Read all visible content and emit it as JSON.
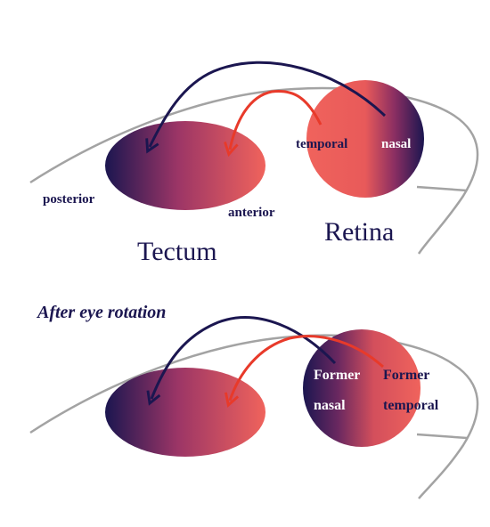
{
  "colors": {
    "navy": "#1b1650",
    "coral": "#f0635c",
    "red_arrow": "#e83a2a",
    "outline": "#a3a3a3",
    "text_dark": "#1b1650",
    "text_light": "#ffffff"
  },
  "top_panel": {
    "labels": {
      "posterior": "posterior",
      "anterior": "anterior",
      "temporal": "temporal",
      "nasal": "nasal",
      "tectum": "Tectum",
      "retina": "Retina"
    }
  },
  "bottom_panel": {
    "title": "After eye rotation",
    "labels": {
      "former_nasal_1": "Former",
      "former_nasal_2": "nasal",
      "former_temporal_1": "Former",
      "former_temporal_2": "temporal"
    }
  }
}
